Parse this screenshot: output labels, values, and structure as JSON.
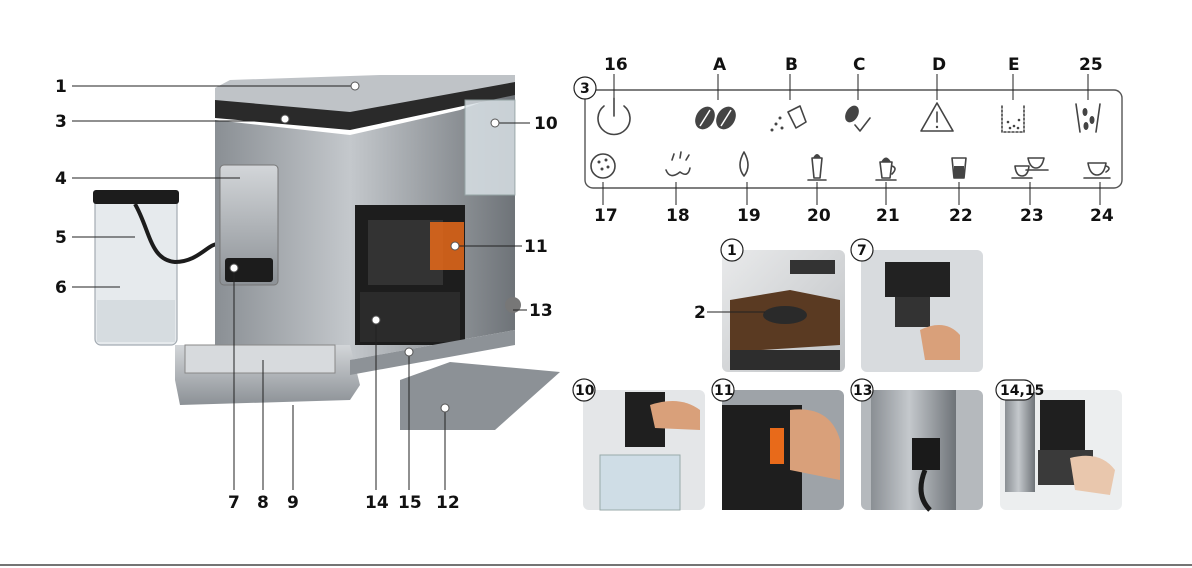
{
  "machine_callouts": {
    "c1": "1",
    "c3": "3",
    "c4": "4",
    "c5": "5",
    "c6": "6",
    "c7": "7",
    "c8": "8",
    "c9": "9",
    "c10": "10",
    "c11": "11",
    "c12": "12",
    "c13": "13",
    "c14": "14",
    "c15": "15"
  },
  "panel": {
    "marker": "3",
    "top_labels": {
      "p16": "16",
      "pA": "A",
      "pB": "B",
      "pC": "C",
      "pD": "D",
      "pE": "E",
      "p25": "25"
    },
    "bottom_labels": {
      "p17": "17",
      "p18": "18",
      "p19": "19",
      "p20": "20",
      "p21": "21",
      "p22": "22",
      "p23": "23",
      "p24": "24"
    }
  },
  "details": {
    "d1": "1",
    "d2": "2",
    "d7": "7",
    "d10": "10",
    "d11": "11",
    "d13": "13",
    "d1415": "14,15"
  }
}
